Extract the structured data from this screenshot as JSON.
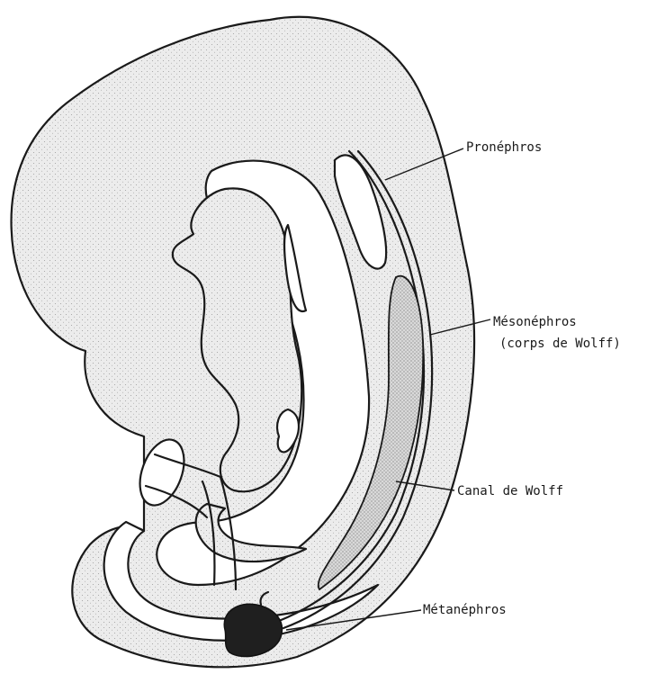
{
  "labels": {
    "pronephros": "Pronéphros",
    "mesonephros": "Mésonéphros",
    "mesonephros_alt": "(corps de Wolff)",
    "canal": "Canal de Wolff",
    "metanephros": "Métanéphros"
  }
}
